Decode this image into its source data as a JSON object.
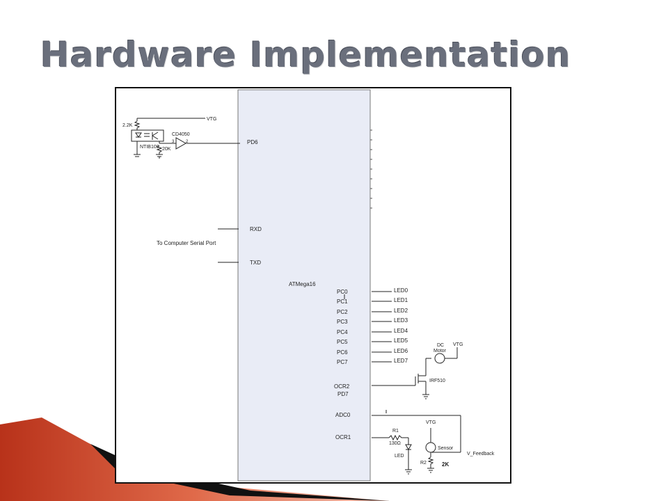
{
  "slide": {
    "title": "Hardware Implementation"
  },
  "schematic": {
    "chip": {
      "name": "ATMega16",
      "pins_left": [
        "PD6",
        "RXD",
        "TXD"
      ],
      "port_c_pins": [
        "PC0",
        "PC1",
        "PC2",
        "PC3",
        "PC4",
        "PC5",
        "PC6",
        "PC7"
      ],
      "pwm_pin_line1": "OCR2",
      "pwm_pin_line2": "PD7",
      "adc_pin": "ADC0",
      "ocr1_pin": "OCR1"
    },
    "sensor_block": {
      "resistor_top": "2.2K",
      "resistor_bottom": "20K",
      "optocoupler": "NTIB100",
      "buffer": "CD4050",
      "supply": "VTG",
      "pin_3": "3",
      "pin_2": "2"
    },
    "serial_label": "To Computer Serial Port",
    "leds": [
      "LED0",
      "LED1",
      "LED2",
      "LED3",
      "LED4",
      "LED5",
      "LED6",
      "LED7"
    ],
    "motor": {
      "label_line1": "DC",
      "label_line2": "Motor",
      "supply": "VTG",
      "transistor": "IRF510"
    },
    "feedback": {
      "r1_label": "R1",
      "r1_value": "130Ω",
      "led_label": "LED",
      "supply": "VTG",
      "sensor_label": "Sensor",
      "r2_label": "R2",
      "r2_value": "2K",
      "net_label": "V_Feedback"
    }
  }
}
